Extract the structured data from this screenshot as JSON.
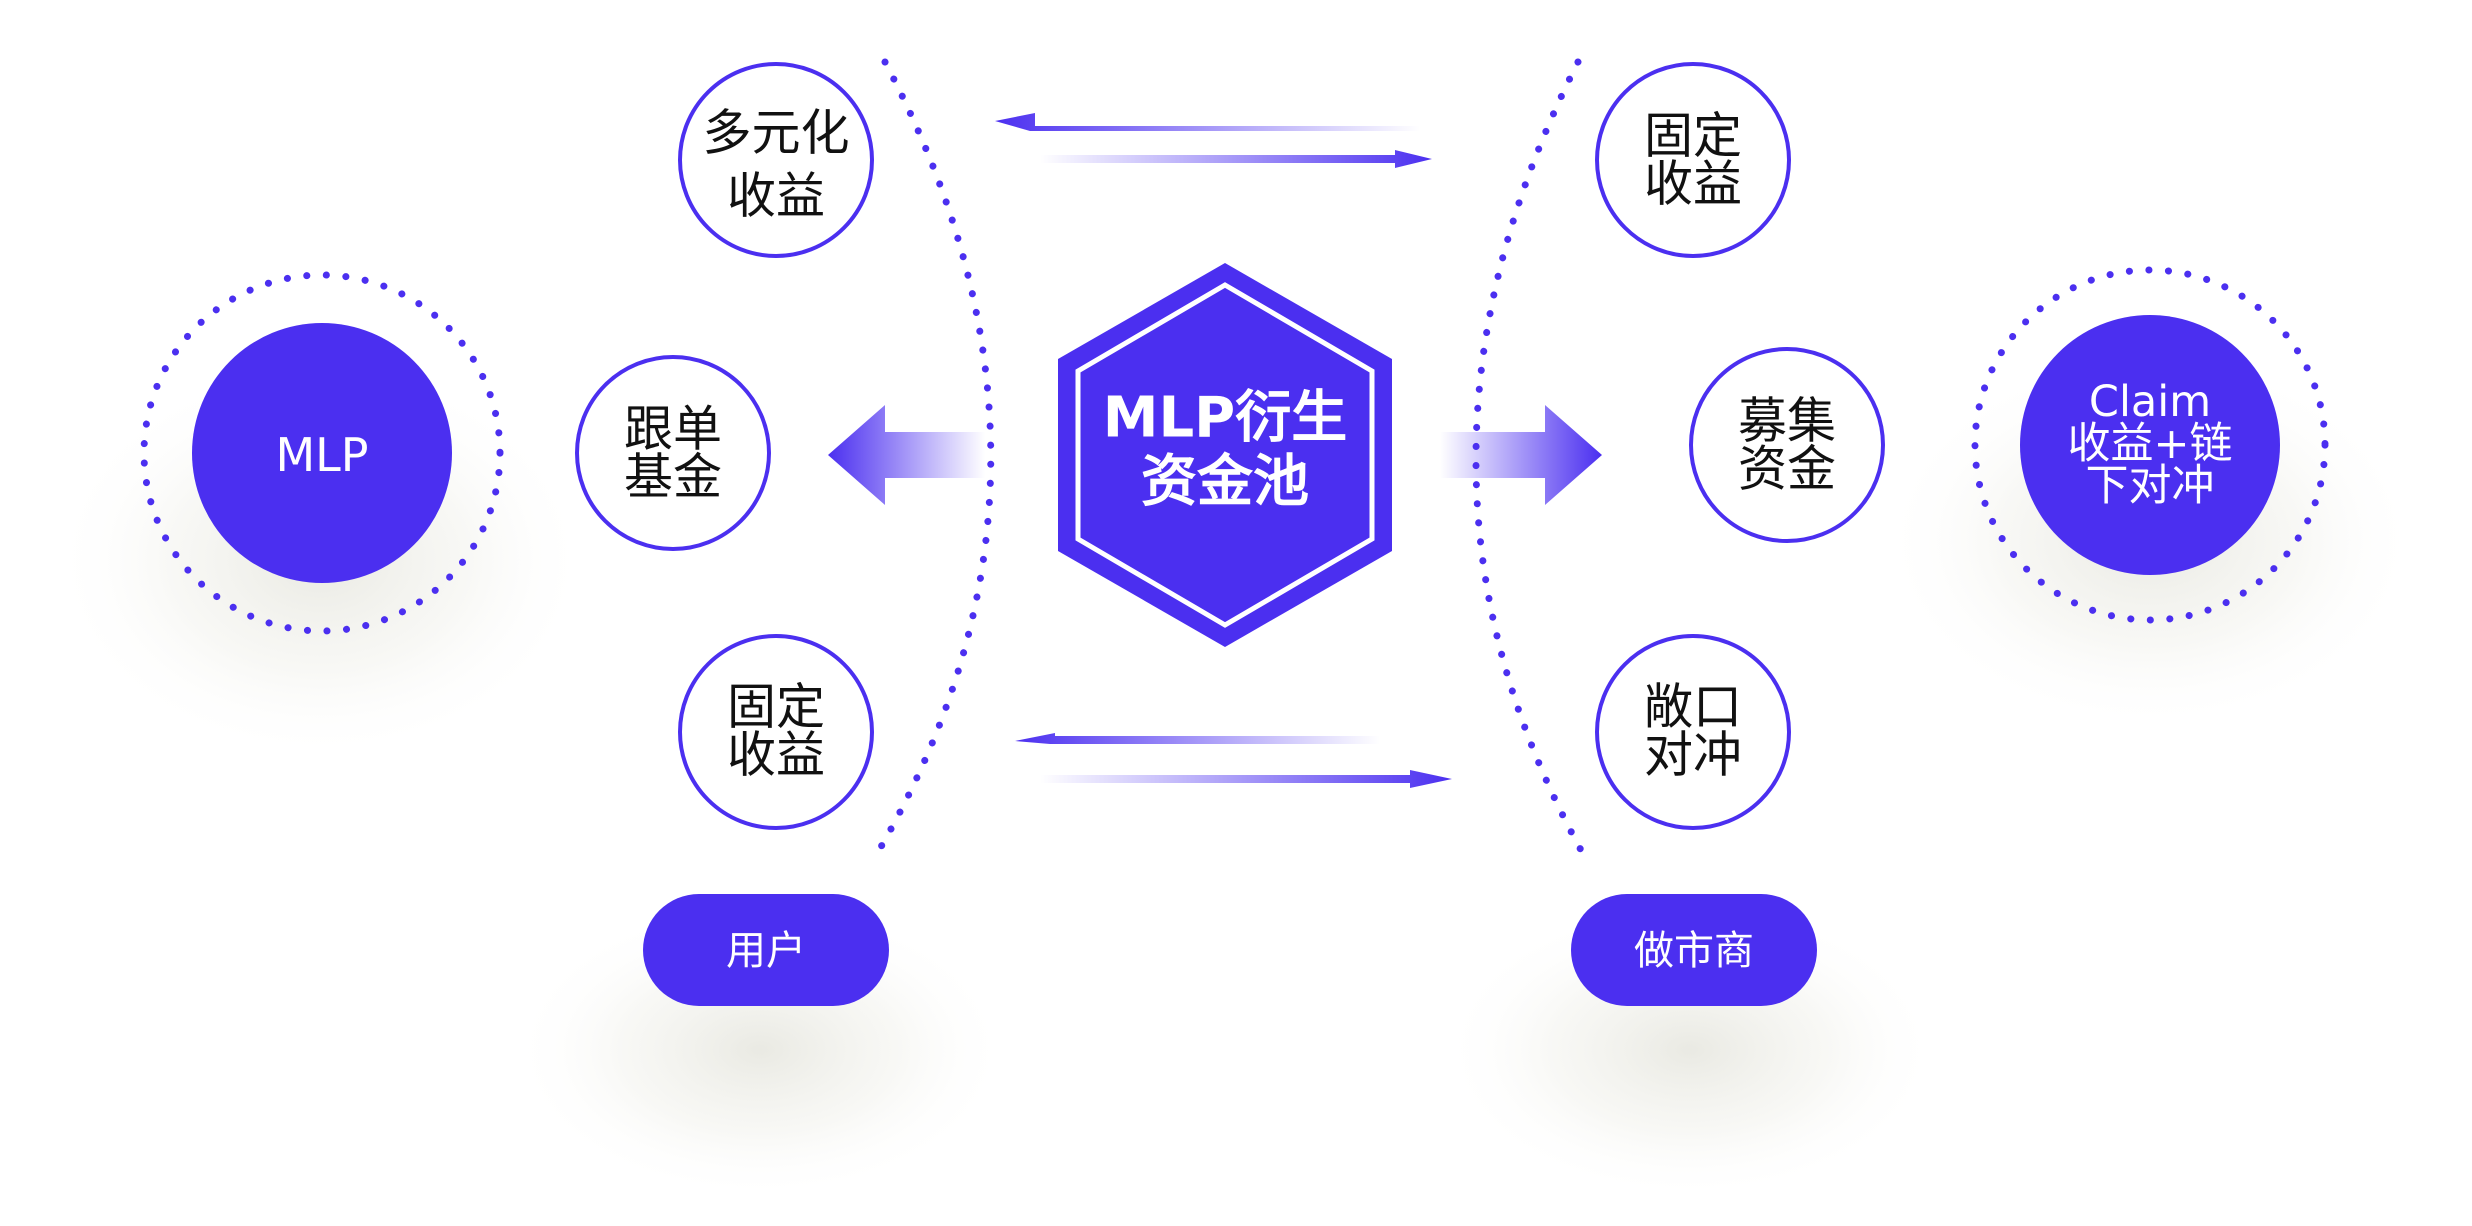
{
  "colors": {
    "accent": "#4b2ff0",
    "background": "#ffffff",
    "text_dark": "#111111",
    "text_light": "#ffffff"
  },
  "center_pool": {
    "line1": "MLP衍生",
    "line2": "资金池"
  },
  "mlp_node": {
    "label": "MLP"
  },
  "claim_node": {
    "line1": "Claim",
    "line2": "收益+链",
    "line3": "下对冲"
  },
  "user_side": {
    "pill_label": "用户",
    "bubbles": [
      {
        "line1": "多元化",
        "line2": "收益"
      },
      {
        "line1": "跟单",
        "line2": "基金"
      },
      {
        "line1": "固定",
        "line2": "收益"
      }
    ]
  },
  "market_maker_side": {
    "pill_label": "做市商",
    "bubbles": [
      {
        "line1": "固定",
        "line2": "收益"
      },
      {
        "line1": "募集",
        "line2": "资金"
      },
      {
        "line1": "敞口",
        "line2": "对冲"
      }
    ]
  }
}
